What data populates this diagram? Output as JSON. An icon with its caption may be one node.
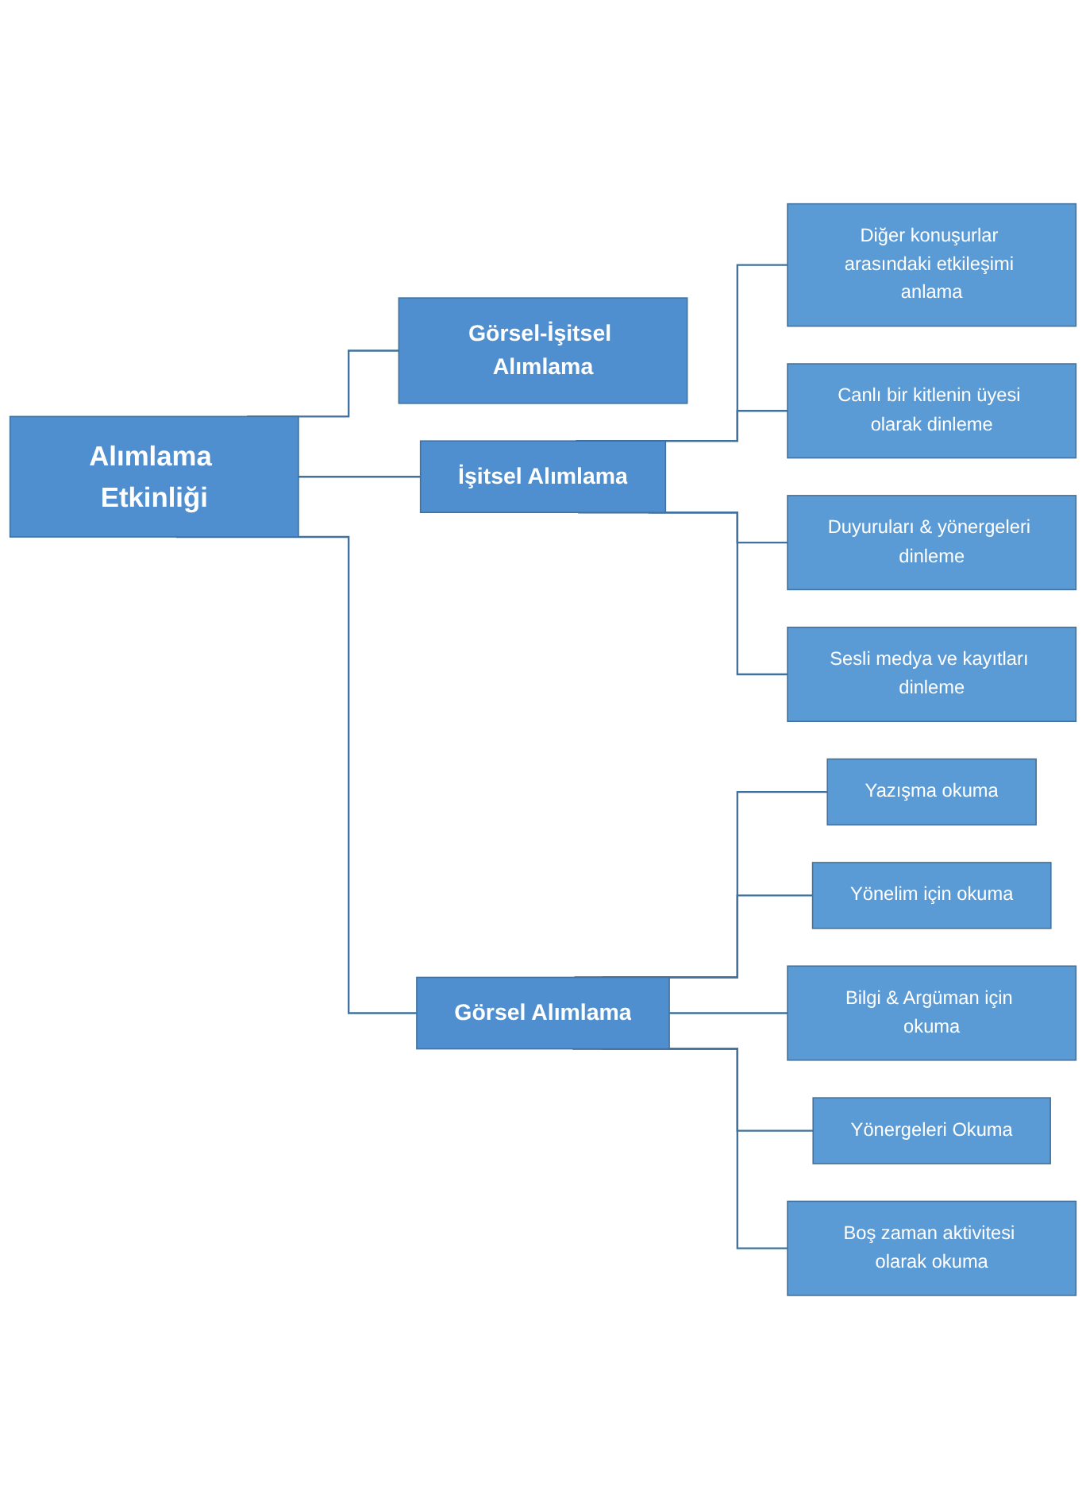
{
  "diagram": {
    "nodes": [
      {
        "text": [
          "Alımlama Etkinliği"
        ]
      },
      {
        "text": [
          "İşitsel Alımlama"
        ]
      },
      {
        "text": [
          "Görsel Alımlama"
        ]
      },
      {
        "text": [
          "Görsel-İşitsel Alımlama"
        ]
      },
      {
        "text": [
          "Diğer konuşurlar arasındaki etkileşimi anlama"
        ]
      },
      {
        "text": [
          "Canlı bir kitlenin üyesi olarak dinleme"
        ]
      },
      {
        "text": [
          "Duyuruları & yönergeleri dinleme"
        ]
      },
      {
        "text": [
          "Sesli medya ve kayıtları dinleme"
        ]
      },
      {
        "text": [
          "Yazışma okuma"
        ]
      },
      {
        "text": [
          "Yönelim için okuma"
        ]
      },
      {
        "text": [
          "Bilgi & Argüman için okuma"
        ]
      },
      {
        "text": [
          "Yönergeleri Okuma"
        ]
      },
      {
        "text": [
          "Boş zaman aktivitesi olarak okuma"
        ]
      }
    ],
    "edges": [
      {
        "from": 0,
        "to": 1,
        "arrow": "none"
      },
      {
        "from": 0,
        "to": 2,
        "arrow": "none"
      },
      {
        "from": 0,
        "to": 3,
        "arrow": "none"
      },
      {
        "from": 1,
        "to": 4,
        "arrow": "none"
      },
      {
        "from": 1,
        "to": 5,
        "arrow": "none"
      },
      {
        "from": 1,
        "to": 6,
        "arrow": "none"
      },
      {
        "from": 1,
        "to": 7,
        "arrow": "none"
      },
      {
        "from": 2,
        "to": 8,
        "arrow": "none"
      },
      {
        "from": 2,
        "to": 9,
        "arrow": "none"
      },
      {
        "from": 2,
        "to": 10,
        "arrow": "none"
      },
      {
        "from": 2,
        "to": 11,
        "arrow": "none"
      },
      {
        "from": 2,
        "to": 12,
        "arrow": "none"
      }
    ]
  }
}
